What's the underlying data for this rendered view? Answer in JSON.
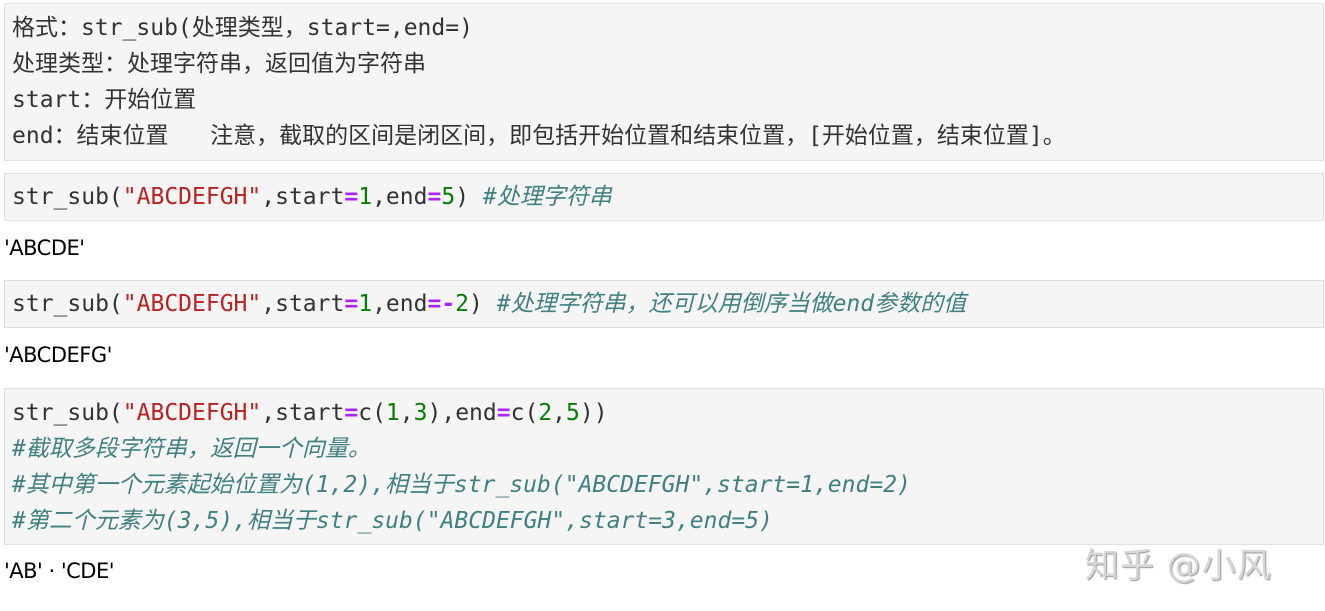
{
  "cells": [
    {
      "type": "raw",
      "lines": [
        "格式：str_sub(处理类型，start=,end=)",
        "处理类型：处理字符串，返回值为字符串",
        "start：开始位置",
        "end：结束位置   注意，截取的区间是闭区间，即包括开始位置和结束位置，[开始位置，结束位置]。"
      ]
    },
    {
      "type": "code",
      "tokens": {
        "fn": "str_sub(",
        "str": "\"ABCDEFGH\"",
        "comma1": ",start",
        "eq1": "=",
        "n1": "1",
        "comma2": ",end",
        "eq2": "=",
        "n2": "5",
        "close": ") ",
        "comment": "#处理字符串"
      },
      "output": "'ABCDE'"
    },
    {
      "type": "code",
      "tokens": {
        "fn": "str_sub(",
        "str": "\"ABCDEFGH\"",
        "comma1": ",start",
        "eq1": "=",
        "n1": "1",
        "comma2": ",end",
        "eq2": "=-",
        "n2": "2",
        "close": ") ",
        "comment": "#处理字符串，还可以用倒序当做end参数的值"
      },
      "output": "'ABCDEFG'"
    },
    {
      "type": "code",
      "tokens": {
        "fn": "str_sub(",
        "str": "\"ABCDEFGH\"",
        "start": ",start",
        "eq1": "=",
        "c1": "c(",
        "n1": "1",
        "comma": ",",
        "n2": "3",
        "mid": "),end",
        "eq2": "=",
        "c2": "c(",
        "n3": "2",
        "comma2": ",",
        "n4": "5",
        "close": "))"
      },
      "comments": [
        "#截取多段字符串，返回一个向量。",
        "#其中第一个元素起始位置为(1,2),相当于str_sub(\"ABCDEFGH\",start=1,end=2)",
        "#第二个元素为(3,5),相当于str_sub(\"ABCDEFGH\",start=3,end=5)"
      ],
      "output": "'AB' · 'CDE'"
    }
  ],
  "watermark": "知乎 @小风",
  "colors": {
    "cell_bg": "#f5f5f5",
    "cell_border": "#e0e0e0",
    "string": "#ba2121",
    "operator": "#aa22ff",
    "number": "#008000",
    "comment": "#408080"
  }
}
